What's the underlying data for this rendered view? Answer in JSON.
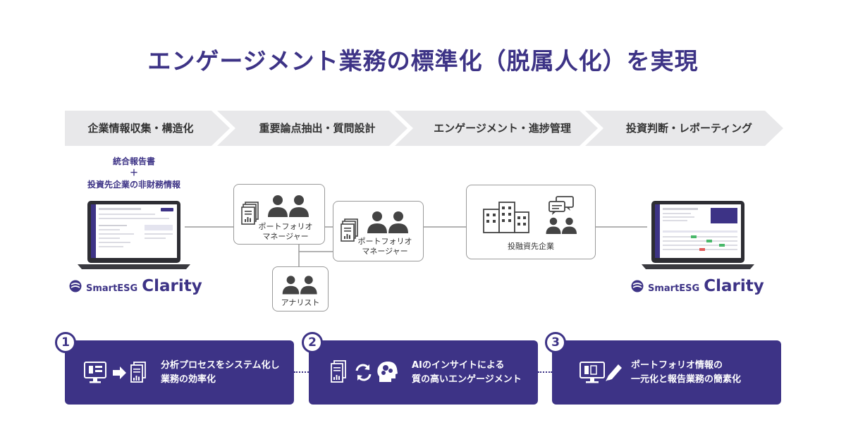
{
  "title": "エンゲージメント業務の標準化（脱属人化）を実現",
  "steps": [
    {
      "label": "企業情報収集・構造化"
    },
    {
      "label": "重要論点抽出・質問設計"
    },
    {
      "label": "エンゲージメント・進捗管理"
    },
    {
      "label": "投資判断・レポーティング"
    }
  ],
  "source": {
    "line1": "統合報告書",
    "plus": "＋",
    "line2": "投資先企業の非財務情報"
  },
  "nodes": {
    "pm1": "ポートフォリオ\nマネージャー",
    "pm2": "ポートフォリオ\nマネージャー",
    "analyst": "アナリスト",
    "company": "投融資先企業"
  },
  "brand": {
    "small": "SmartESG",
    "big": "Clarity"
  },
  "cards": [
    {
      "num": "1",
      "text": "分析プロセスをシステム化し\n業務の効率化"
    },
    {
      "num": "2",
      "text": "AIのインサイトによる\n質の高いエンゲージメント"
    },
    {
      "num": "3",
      "text": "ポートフォリオ情報の\n一元化と報告業務の簡素化"
    }
  ],
  "colors": {
    "brand": "#3d3386",
    "chevron": "#e8e8ea",
    "border": "#9a9a9a"
  }
}
